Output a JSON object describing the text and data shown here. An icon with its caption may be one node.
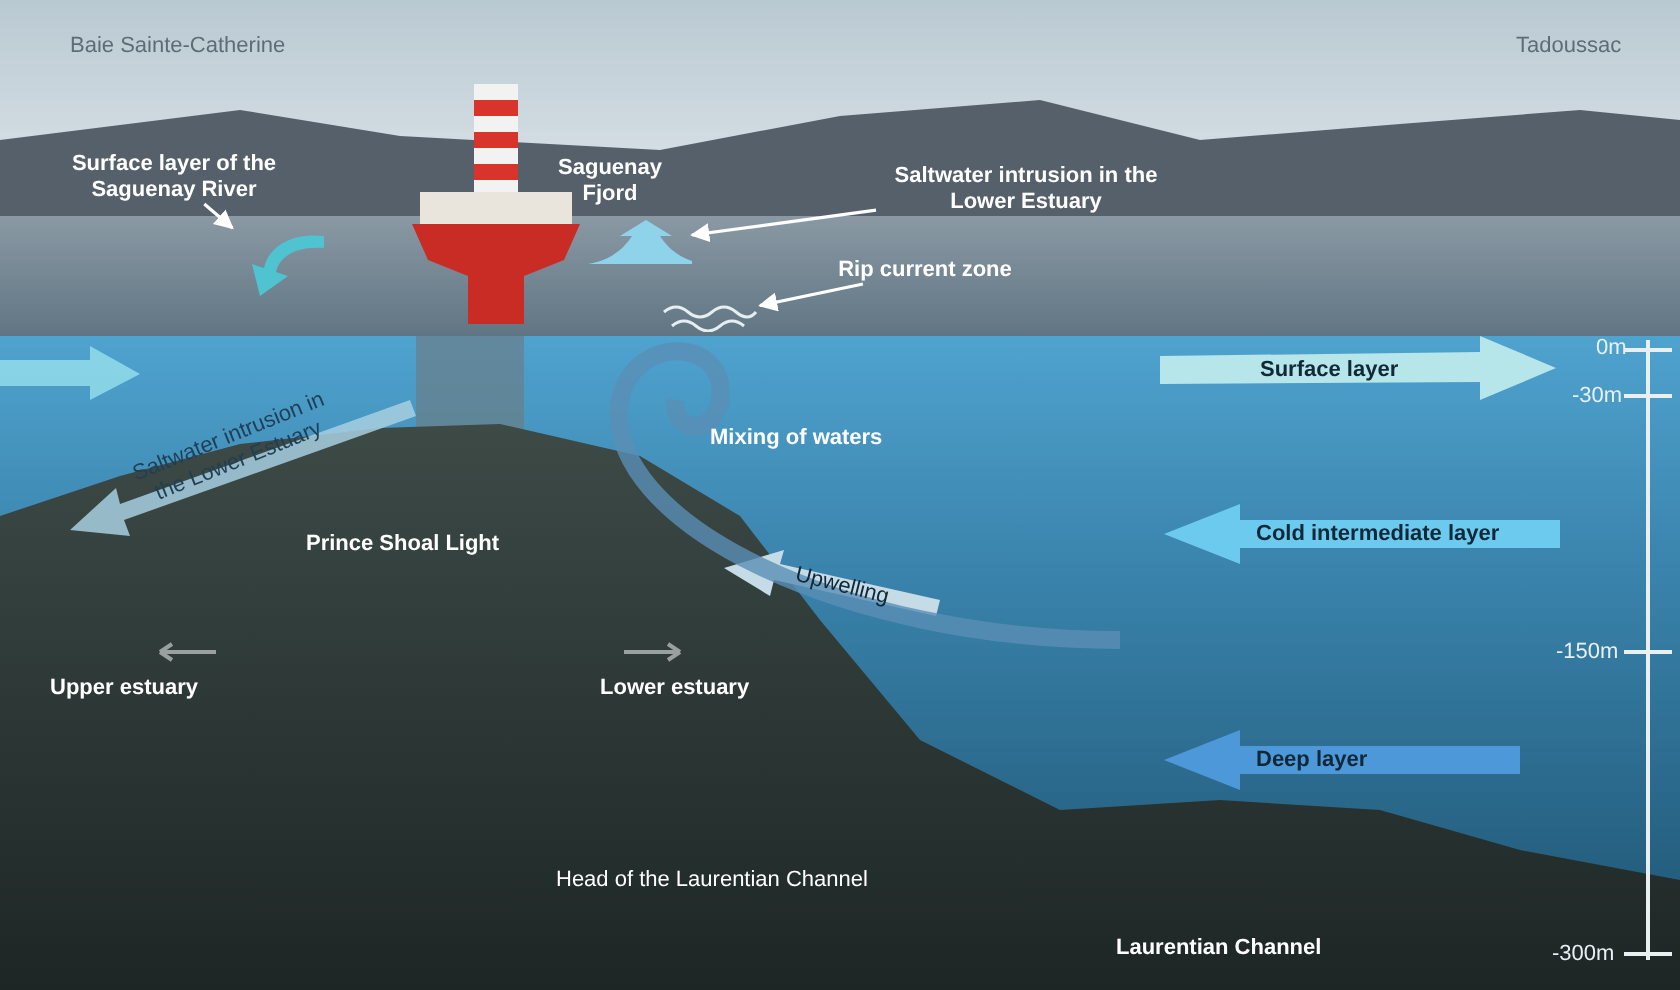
{
  "diagram": {
    "nodes": [
      {
        "text": [
          "Surface layer of the Saguenay River"
        ]
      },
      {
        "text": [],
        "shape": "picture"
      },
      {
        "text": [
          "Saltwater intrusion in the Lower Estuary"
        ]
      },
      {
        "text": [],
        "shape": "picture"
      },
      {
        "text": [
          "Rip current zone"
        ]
      },
      {
        "text": [],
        "shape": "picture"
      }
    ],
    "edges": [
      {
        "from": 0,
        "to": 1,
        "arrow": "to"
      },
      {
        "from": 2,
        "to": 3,
        "arrow": "to"
      },
      {
        "from": 4,
        "to": 5,
        "arrow": "to"
      }
    ],
    "labels": [
      "Baie Sainte-Catherine",
      "Saguenay Fjord",
      "Tadoussac",
      "Surface layer",
      "0m",
      "-30m",
      "Saltwater intrusion in the Lower Estuary",
      "Mixing of waters",
      "Prince Shoal Light",
      "Cold intermediate layer",
      "Upwelling",
      "-150m",
      "Upper estuary",
      "Lower estuary",
      "Deep layer",
      "Head of the Laurentian Channel",
      "Laurentian Channel",
      "-300m"
    ]
  }
}
